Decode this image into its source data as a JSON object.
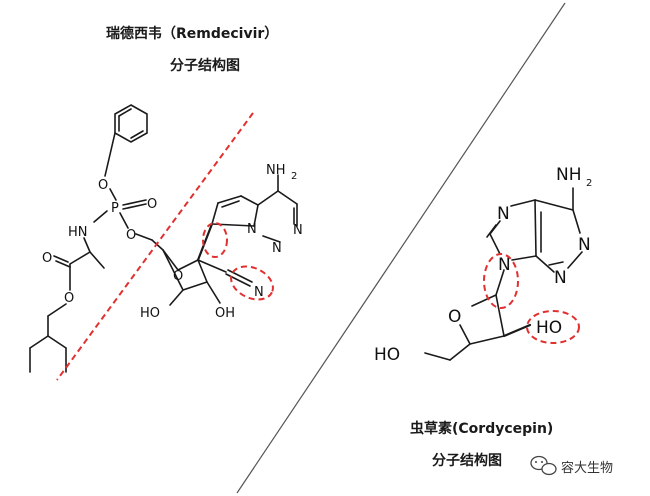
{
  "remdesivir": {
    "title": "瑞德西韦（Remdecivir）",
    "subtitle": "分子结构图",
    "atoms": {
      "nh2": "NH",
      "nh2_sub": "2",
      "hn": "HN",
      "p": "P",
      "o_double": "O",
      "o_phenoxy": "O",
      "o_ester1": "O",
      "o_ester2": "O",
      "o_link": "O",
      "o_ring": "O",
      "n_ring1": "N",
      "n_ring2": "N",
      "n_ring3": "N",
      "n_cyano": "N",
      "ho1": "HO",
      "oh1": "OH"
    }
  },
  "cordycepin": {
    "title": "虫草素(Cordycepin)",
    "subtitle": "分子结构图",
    "atoms": {
      "nh2": "NH",
      "nh2_sub": "2",
      "n1": "N",
      "n2": "N",
      "n3": "N",
      "n4": "N",
      "o_ring": "O",
      "ho_left": "HO",
      "ho_right": "HO"
    }
  },
  "watermark": {
    "text": "容大生物",
    "icon": "wechat-icon"
  },
  "colors": {
    "highlight": "#e03030",
    "ink": "#1a1a1a"
  }
}
